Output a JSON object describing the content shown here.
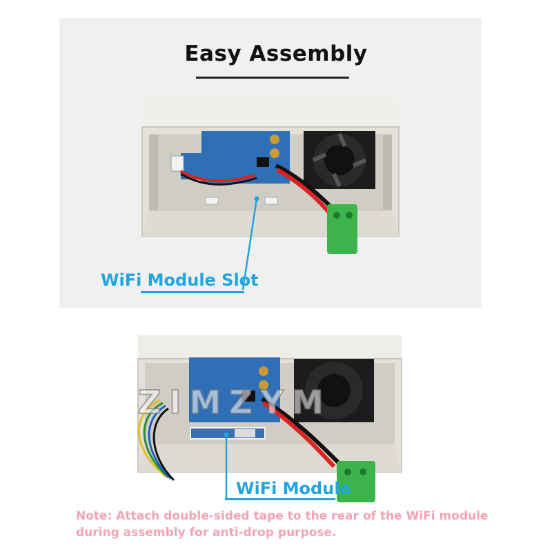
{
  "title": "Easy Assembly",
  "top_callout": {
    "label": "WiFi Module Slot"
  },
  "bottom_callout": {
    "label": "WiFi Module"
  },
  "watermark": "ZIMZYM",
  "note": "Note: Attach double-sided tape to the rear of the WiFi module during assembly for anti-drop purpose.",
  "colors": {
    "callout": "#21a5e0",
    "note": "#f4a3b5",
    "pcb": "#2e6fb6",
    "connector": "#3cb44b",
    "enclosure": "#e6e4dc"
  },
  "icons": [
    "fan-icon",
    "pcb-board-icon",
    "terminal-connector-icon",
    "wifi-module-icon"
  ]
}
